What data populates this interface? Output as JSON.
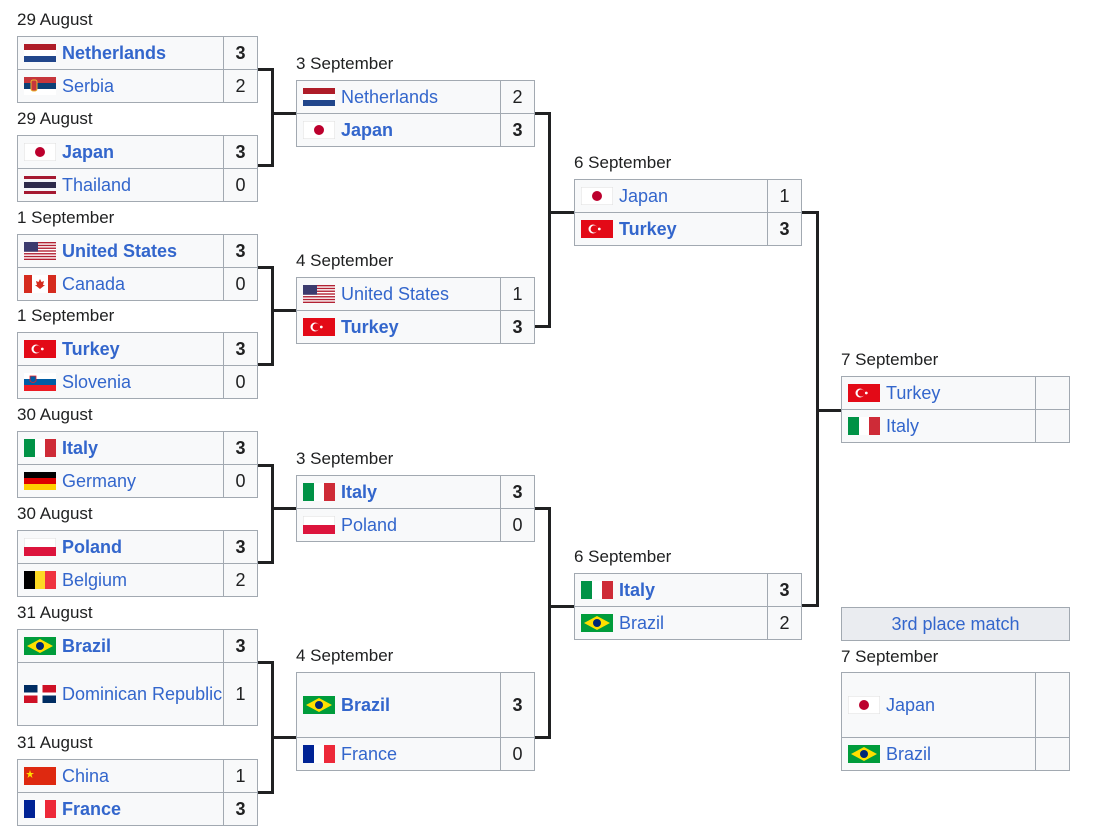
{
  "round_of_16": [
    {
      "date": "29 August",
      "teams": [
        {
          "name": "Netherlands",
          "flag": "netherlands-flag-icon",
          "score": "3",
          "win": true
        },
        {
          "name": "Serbia",
          "flag": "serbia-flag-icon",
          "score": "2",
          "win": false
        }
      ]
    },
    {
      "date": "29 August",
      "teams": [
        {
          "name": "Japan",
          "flag": "japan-flag-icon",
          "score": "3",
          "win": true
        },
        {
          "name": "Thailand",
          "flag": "thailand-flag-icon",
          "score": "0",
          "win": false
        }
      ]
    },
    {
      "date": "1 September",
      "teams": [
        {
          "name": "United States",
          "flag": "usa-flag-icon",
          "score": "3",
          "win": true
        },
        {
          "name": "Canada",
          "flag": "canada-flag-icon",
          "score": "0",
          "win": false
        }
      ]
    },
    {
      "date": "1 September",
      "teams": [
        {
          "name": "Turkey",
          "flag": "turkey-flag-icon",
          "score": "3",
          "win": true
        },
        {
          "name": "Slovenia",
          "flag": "slovenia-flag-icon",
          "score": "0",
          "win": false
        }
      ]
    },
    {
      "date": "30 August",
      "teams": [
        {
          "name": "Italy",
          "flag": "italy-flag-icon",
          "score": "3",
          "win": true
        },
        {
          "name": "Germany",
          "flag": "germany-flag-icon",
          "score": "0",
          "win": false
        }
      ]
    },
    {
      "date": "30 August",
      "teams": [
        {
          "name": "Poland",
          "flag": "poland-flag-icon",
          "score": "3",
          "win": true
        },
        {
          "name": "Belgium",
          "flag": "belgium-flag-icon",
          "score": "2",
          "win": false
        }
      ]
    },
    {
      "date": "31 August",
      "teams": [
        {
          "name": "Brazil",
          "flag": "brazil-flag-icon",
          "score": "3",
          "win": true
        },
        {
          "name": "Dominican Republic",
          "flag": "dominican-republic-flag-icon",
          "score": "1",
          "win": false
        }
      ]
    },
    {
      "date": "31 August",
      "teams": [
        {
          "name": "China",
          "flag": "china-flag-icon",
          "score": "1",
          "win": false
        },
        {
          "name": "France",
          "flag": "france-flag-icon",
          "score": "3",
          "win": true
        }
      ]
    }
  ],
  "quarterfinals": [
    {
      "date": "3 September",
      "teams": [
        {
          "name": "Netherlands",
          "flag": "netherlands-flag-icon",
          "score": "2",
          "win": false
        },
        {
          "name": "Japan",
          "flag": "japan-flag-icon",
          "score": "3",
          "win": true
        }
      ]
    },
    {
      "date": "4 September",
      "teams": [
        {
          "name": "United States",
          "flag": "usa-flag-icon",
          "score": "1",
          "win": false
        },
        {
          "name": "Turkey",
          "flag": "turkey-flag-icon",
          "score": "3",
          "win": true
        }
      ]
    },
    {
      "date": "3 September",
      "teams": [
        {
          "name": "Italy",
          "flag": "italy-flag-icon",
          "score": "3",
          "win": true
        },
        {
          "name": "Poland",
          "flag": "poland-flag-icon",
          "score": "0",
          "win": false
        }
      ]
    },
    {
      "date": "4 September",
      "teams": [
        {
          "name": "Brazil",
          "flag": "brazil-flag-icon",
          "score": "3",
          "win": true
        },
        {
          "name": "France",
          "flag": "france-flag-icon",
          "score": "0",
          "win": false
        }
      ]
    }
  ],
  "semifinals": [
    {
      "date": "6 September",
      "teams": [
        {
          "name": "Japan",
          "flag": "japan-flag-icon",
          "score": "1",
          "win": false
        },
        {
          "name": "Turkey",
          "flag": "turkey-flag-icon",
          "score": "3",
          "win": true
        }
      ]
    },
    {
      "date": "6 September",
      "teams": [
        {
          "name": "Italy",
          "flag": "italy-flag-icon",
          "score": "3",
          "win": true
        },
        {
          "name": "Brazil",
          "flag": "brazil-flag-icon",
          "score": "2",
          "win": false
        }
      ]
    }
  ],
  "final": {
    "date": "7 September",
    "teams": [
      {
        "name": "Turkey",
        "flag": "turkey-flag-icon",
        "score": "",
        "win": false
      },
      {
        "name": "Italy",
        "flag": "italy-flag-icon",
        "score": "",
        "win": false
      }
    ]
  },
  "third_place": {
    "label": "3rd place match",
    "date": "7 September",
    "teams": [
      {
        "name": "Japan",
        "flag": "japan-flag-icon",
        "score": "",
        "win": false
      },
      {
        "name": "Brazil",
        "flag": "brazil-flag-icon",
        "score": "",
        "win": false
      }
    ]
  }
}
